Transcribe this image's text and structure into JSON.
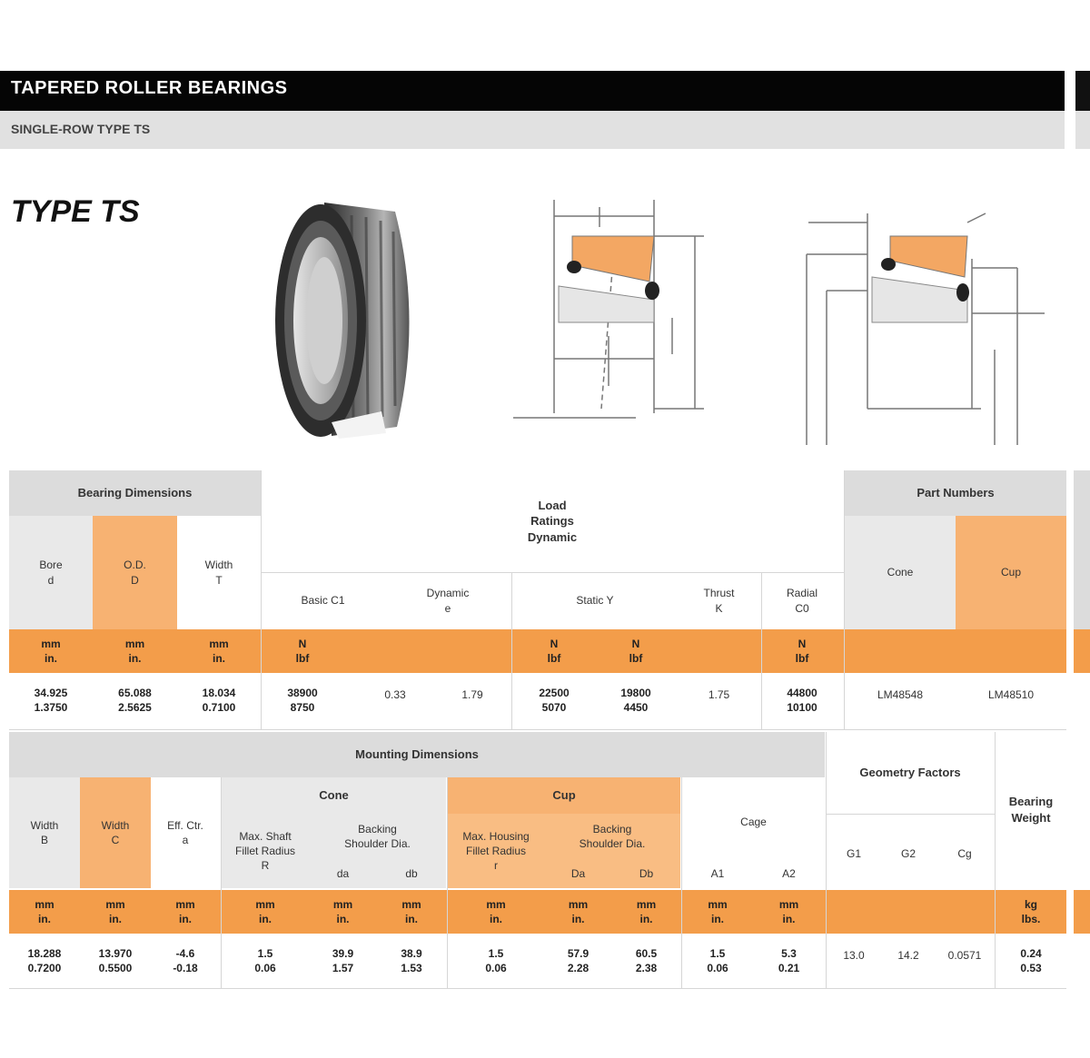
{
  "header": {
    "title": "TAPERED ROLLER BEARINGS",
    "subtitle": "SINGLE-ROW TYPE TS"
  },
  "type_label": "TYPE TS",
  "table1": {
    "group_bearing": "Bearing Dimensions",
    "group_ratings": "Load\nRatings\nDynamic",
    "group_part": "Part Numbers",
    "col_bore": "Bore\nd",
    "col_od": "O.D.\nD",
    "col_width": "Width\nT",
    "col_basic": "Basic C1",
    "col_dynamic": "Dynamic\ne",
    "col_static": "Static Y",
    "col_thrust": "Thrust\nK",
    "col_radial": "Radial\nC0",
    "col_cone": "Cone",
    "col_cup": "Cup",
    "unit_bore": "mm\nin.",
    "unit_od": "mm\nin.",
    "unit_width": "mm\nin.",
    "unit_basic": "N\nlbf",
    "unit_static1": "N\nlbf",
    "unit_static2": "N\nlbf",
    "unit_radial": "N\nlbf",
    "row": {
      "bore": "34.925\n1.3750",
      "od": "65.088\n2.5625",
      "width": "18.034\n0.7100",
      "basic": "38900\n8750",
      "dynamic": "0.33",
      "ratio": "1.79",
      "static1": "22500\n5070",
      "static2": "19800\n4450",
      "thrust": "1.75",
      "radial": "44800\n10100",
      "cone": "LM48548",
      "cup": "LM48510"
    }
  },
  "table2": {
    "group_mounting": "Mounting Dimensions",
    "group_cone": "Cone",
    "group_cup": "Cup",
    "group_geometry": "Geometry Factors",
    "col_width_b": "Width\nB",
    "col_width_c": "Width\nC",
    "col_cg": "Eff. Ctr.\na",
    "col_cone_fillet": "Max. Shaft\nFillet Radius\nR",
    "col_cone_backing": "Backing\nShoulder Dia.",
    "col_da": "da",
    "col_db": "db",
    "col_cup_fillet": "Max. Housing\nFillet Radius\nr",
    "col_cup_backing": "Backing\nShoulder Dia.",
    "col_Da": "Da",
    "col_Db": "Db",
    "col_cage": "Cage",
    "col_cage_a1": "A1",
    "col_cage_a2": "A2",
    "col_g1": "G1",
    "col_g2": "G2",
    "col_cg2": "Cg",
    "col_weight": "Bearing\nWeight",
    "unit_mm_in": "mm\nin.",
    "unit_weight": "kg\nlbs.",
    "row": {
      "width_b": "18.288\n0.7200",
      "width_c": "13.970\n0.5500",
      "eff": "-4.6\n-0.18",
      "cone_fillet": "1.5\n0.06",
      "da": "39.9\n1.57",
      "db": "38.9\n1.53",
      "cup_fillet": "1.5\n0.06",
      "Da": "57.9\n2.28",
      "Db": "60.5\n2.38",
      "a1": "1.5\n0.06",
      "a2": "5.3\n0.21",
      "g1": "13.0",
      "g2": "14.2",
      "cg": "0.0571",
      "weight": "0.24\n0.53"
    }
  }
}
